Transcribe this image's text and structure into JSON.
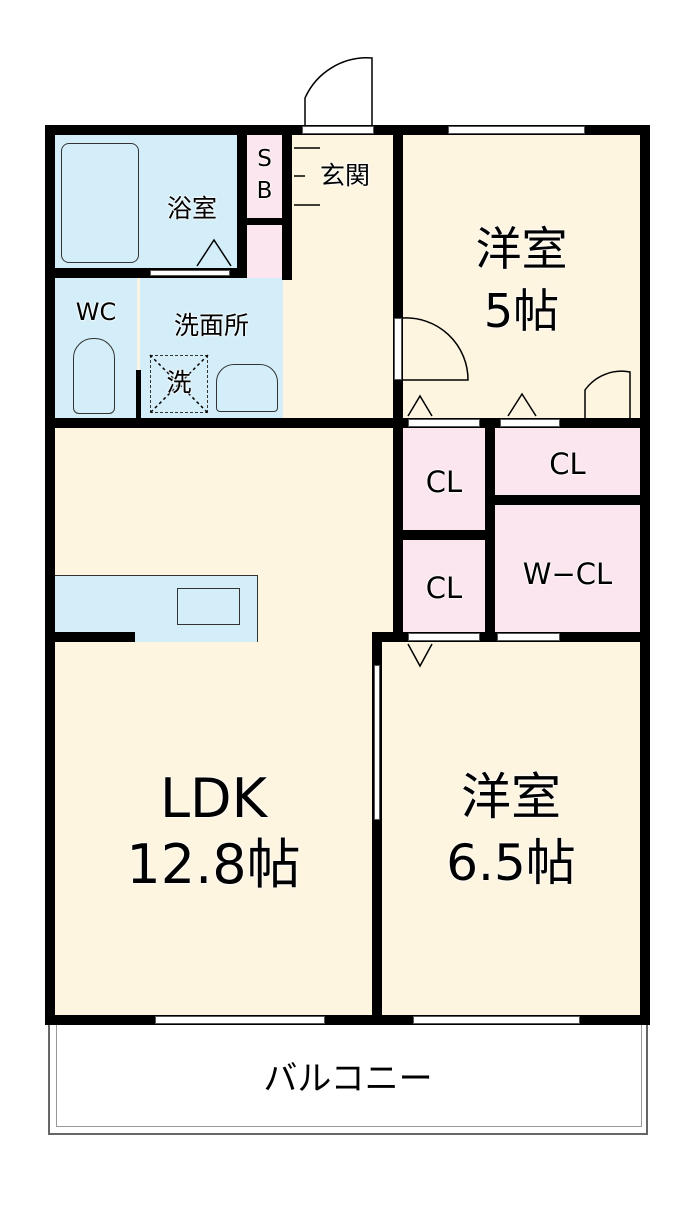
{
  "rooms": {
    "bath": {
      "label": "浴室"
    },
    "sb": {
      "label_line1": "S",
      "label_line2": "B"
    },
    "entrance": {
      "label": "玄関"
    },
    "wc": {
      "label": "WC"
    },
    "washroom": {
      "label": "洗面所",
      "washer_label": "洗"
    },
    "western5": {
      "label_line1": "洋室",
      "label_line2": "5帖"
    },
    "cl1": {
      "label": "CL"
    },
    "cl2": {
      "label": "CL"
    },
    "cl3": {
      "label": "CL"
    },
    "wcl": {
      "label": "W−CL"
    },
    "ldk": {
      "label_line1": "LDK",
      "label_line2": "12.8帖"
    },
    "western65": {
      "label_line1": "洋室",
      "label_line2": "6.5帖"
    },
    "balcony": {
      "label": "バルコニー"
    }
  },
  "colors": {
    "floor": "#fdf5e0",
    "wet": "#d4eef9",
    "storage": "#fbe5ee",
    "wall": "#000000"
  }
}
